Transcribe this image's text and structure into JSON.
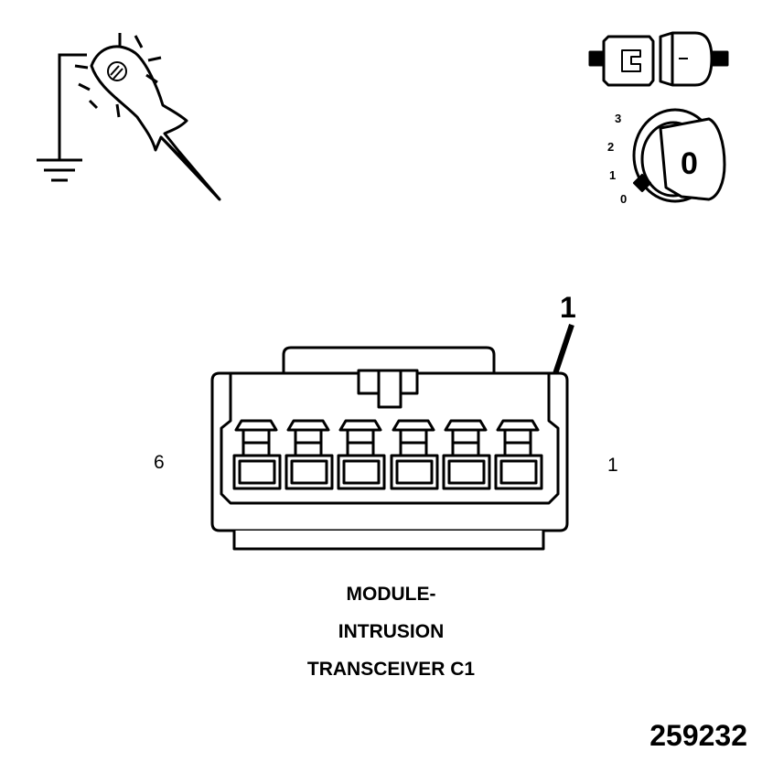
{
  "connector": {
    "name_line1": "MODULE-",
    "name_line2": "INTRUSION",
    "name_line3": "TRANSCEIVER C1",
    "pin_left": "6",
    "pin_right": "1",
    "callout": "1"
  },
  "key_positions": [
    "3",
    "2",
    "1",
    "0"
  ],
  "key_label": "0",
  "figure_id": "259232",
  "icons": [
    "test-light-probe-icon",
    "ground-symbol-icon",
    "disconnected-connector-icon",
    "ignition-key-icon"
  ]
}
